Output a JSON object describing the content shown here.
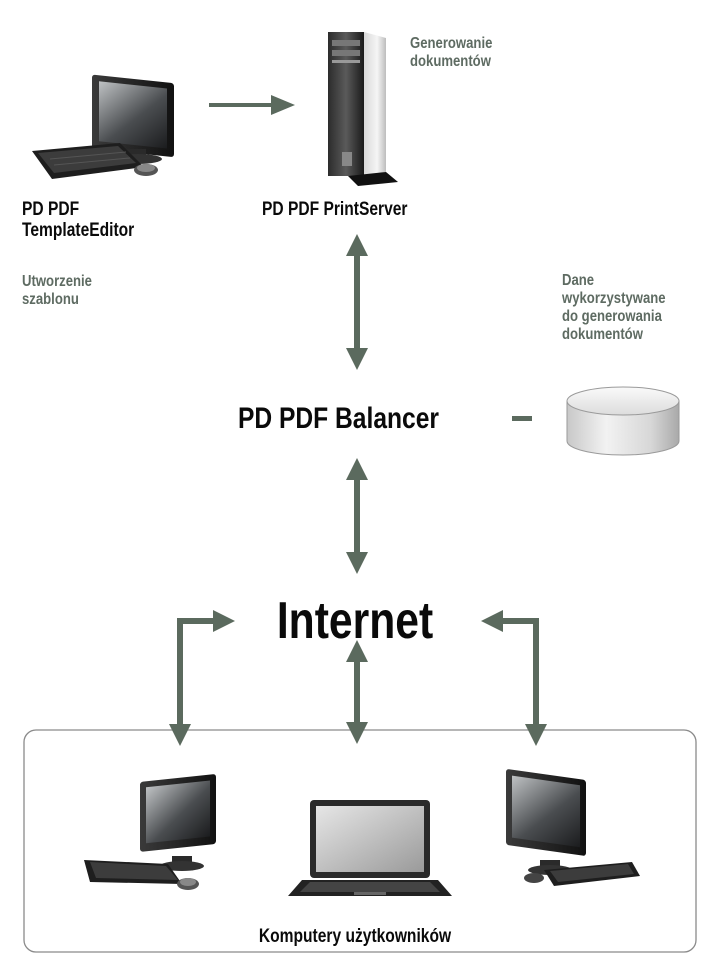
{
  "nodes": {
    "template_editor": {
      "name_lines": [
        "PD PDF",
        "TemplateEditor"
      ],
      "icon": "desktop-computer-icon"
    },
    "print_server": {
      "name": "PD PDF PrintServer",
      "icon": "tower-server-icon"
    },
    "balancer": {
      "name": "PD PDF Balancer"
    },
    "database": {
      "icon": "database-cylinder-icon"
    },
    "internet": {
      "name": "Internet"
    },
    "user_computers": {
      "caption": "Komputery użytkowników",
      "icons": [
        "desktop-computer-icon",
        "laptop-icon",
        "desktop-computer-icon"
      ]
    }
  },
  "annotations": {
    "generate_documents": [
      "Generowanie",
      "dokumentów"
    ],
    "create_template": [
      "Utworzenie",
      "szablonu"
    ],
    "data_for_generation": [
      "Dane",
      "wykorzystywane",
      "do generowania",
      "dokumentów"
    ]
  },
  "colors": {
    "arrow": "#5b6a5e",
    "annotation_text": "#5e6b62",
    "node_text": "#0a0a0a",
    "group_border": "#8a8a8a"
  }
}
